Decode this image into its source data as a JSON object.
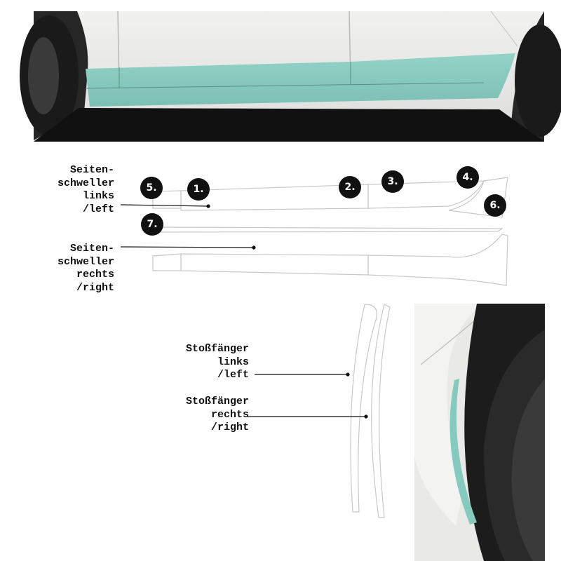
{
  "labels": {
    "sill_left": "Seiten-\nschweller\nlinks\n/left",
    "sill_right": "Seiten-\nschweller\nrechts\n/right",
    "bumper_left": "Stoßfänger\nlinks\n/left",
    "bumper_right": "Stoßfänger\nrechts\n/right"
  },
  "badges": [
    "1.",
    "2.",
    "3.",
    "4.",
    "5.",
    "6.",
    "7."
  ],
  "colors": {
    "foil": "#86c9be",
    "car_body": "#ebebe9",
    "tire": "#1e1e1e",
    "outline": "#c8c8c8",
    "leader": "#111111"
  }
}
